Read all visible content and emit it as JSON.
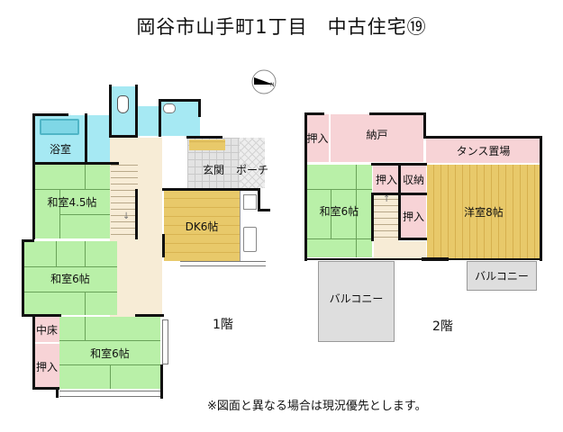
{
  "title": "岡谷市山手町1丁目　中古住宅⑲",
  "compass": {
    "icon": "north-compass-icon",
    "direction": "west-pointing"
  },
  "floor1": {
    "label": "1階",
    "rooms": {
      "bath": "浴室",
      "washitsu45": "和室4.5帖",
      "entrance": "玄関",
      "porch": "ポーチ",
      "dk": "DK6帖",
      "washitsu6a": "和室6帖",
      "washitsu6b": "和室6帖",
      "nakadoko": "中床",
      "oshiire": "押入"
    }
  },
  "floor2": {
    "label": "2階",
    "rooms": {
      "oshiire1": "押入",
      "nando": "納戸",
      "tansu": "タンス置場",
      "oshiire2": "押入",
      "shuno": "収納",
      "washitsu6": "和室6帖",
      "oshiire3": "押入",
      "yoshitsu8": "洋室8帖",
      "balcony1": "バルコニー",
      "balcony2": "バルコニー"
    }
  },
  "colors": {
    "tatami": "#b9f0a8",
    "wet_area": "#a6e9f3",
    "storage": "#f7d3d6",
    "hall": "#f7ecd6",
    "flooring": "#e8c96a",
    "balcony": "#dedede"
  },
  "note": "※図面と異なる場合は現況優先とします。"
}
